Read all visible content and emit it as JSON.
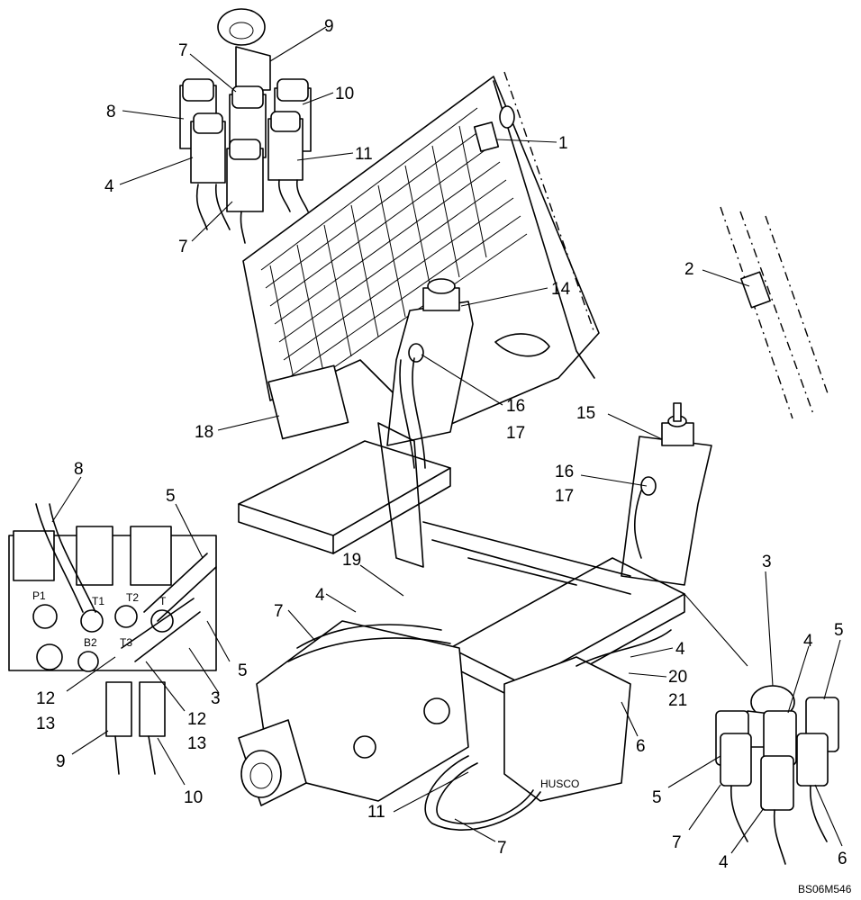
{
  "drawing_code": "BS06M546",
  "callouts": [
    {
      "id": "c9a",
      "text": "9"
    },
    {
      "id": "c7a",
      "text": "7"
    },
    {
      "id": "c8a",
      "text": "8"
    },
    {
      "id": "c10a",
      "text": "10"
    },
    {
      "id": "c4a",
      "text": "4"
    },
    {
      "id": "c11a",
      "text": "11"
    },
    {
      "id": "c7b",
      "text": "7"
    },
    {
      "id": "c1",
      "text": "1"
    },
    {
      "id": "c2",
      "text": "2"
    },
    {
      "id": "c14",
      "text": "14"
    },
    {
      "id": "c16a",
      "text": "16"
    },
    {
      "id": "c17a",
      "text": "17"
    },
    {
      "id": "c18",
      "text": "18"
    },
    {
      "id": "c15",
      "text": "15"
    },
    {
      "id": "c16b",
      "text": "16"
    },
    {
      "id": "c17b",
      "text": "17"
    },
    {
      "id": "c8b",
      "text": "8"
    },
    {
      "id": "c5a",
      "text": "5"
    },
    {
      "id": "c19",
      "text": "19"
    },
    {
      "id": "c4b",
      "text": "4"
    },
    {
      "id": "c7c",
      "text": "7"
    },
    {
      "id": "c5b",
      "text": "5"
    },
    {
      "id": "c3a",
      "text": "3"
    },
    {
      "id": "c12a",
      "text": "12"
    },
    {
      "id": "c13a",
      "text": "13"
    },
    {
      "id": "c12b",
      "text": "12"
    },
    {
      "id": "c13b",
      "text": "13"
    },
    {
      "id": "c9b",
      "text": "9"
    },
    {
      "id": "c10b",
      "text": "10"
    },
    {
      "id": "c11b",
      "text": "11"
    },
    {
      "id": "c7d",
      "text": "7"
    },
    {
      "id": "c4c",
      "text": "4"
    },
    {
      "id": "c20",
      "text": "20"
    },
    {
      "id": "c21",
      "text": "21"
    },
    {
      "id": "c6a",
      "text": "6"
    },
    {
      "id": "c3b",
      "text": "3"
    },
    {
      "id": "c4d",
      "text": "4"
    },
    {
      "id": "c5c",
      "text": "5"
    },
    {
      "id": "c5d",
      "text": "5"
    },
    {
      "id": "c7e",
      "text": "7"
    },
    {
      "id": "c4e",
      "text": "4"
    },
    {
      "id": "c6b",
      "text": "6"
    }
  ],
  "valve_ports": [
    "P1",
    "T1",
    "T2",
    "T",
    "B2",
    "T3"
  ],
  "pump_label": "HUSCO"
}
